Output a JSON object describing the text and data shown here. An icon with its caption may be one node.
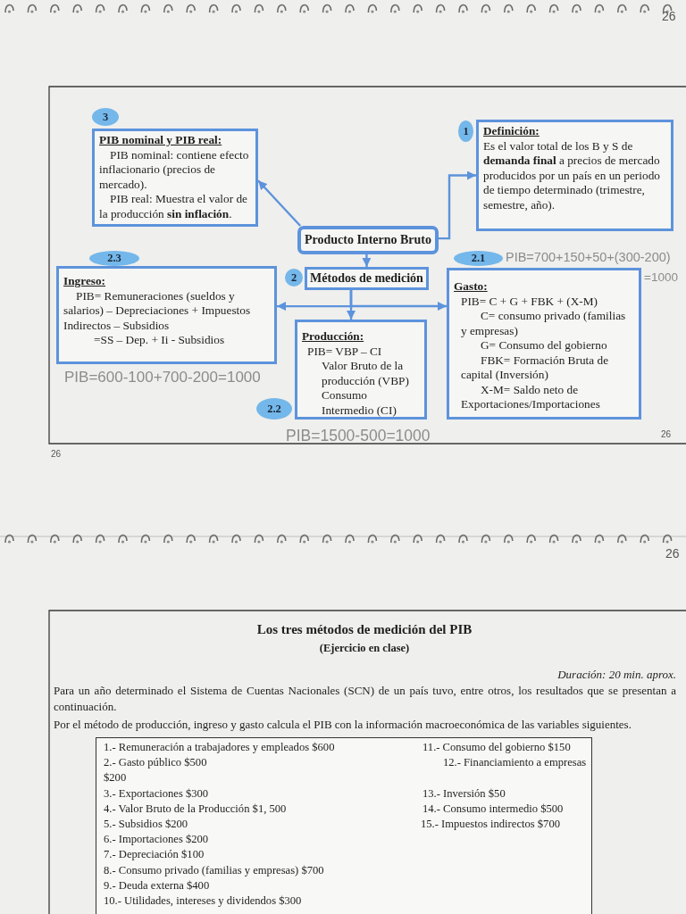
{
  "diagram": {
    "title": "Los tres métodos de medición del PIB",
    "nodes": [
      {
        "text": [
          "3"
        ]
      },
      {
        "text": [
          "PIB nominal y PIB real:",
          "PIB nominal: contiene efecto inflacionario (precios de mercado).",
          "PIB real: Muestra el valor de la producción **sin inflación**."
        ]
      },
      {
        "text": [
          "1"
        ]
      },
      {
        "text": [
          "Definición:",
          "Es el valor total de los B y S de **demanda final** a precios de mercado producidos por un país en un periodo de tiempo determinado (trimestre, semestre, año)."
        ]
      },
      {
        "text": [
          "Producto Interno Bruto"
        ]
      },
      {
        "text": [
          "2.3"
        ]
      },
      {
        "text": [
          "Ingreso:",
          "PIB= Remuneraciones (sueldos y salarios) – Depreciaciones + Impuestos Indirectos – Subsidios",
          "=SS – Dep. + Ii - Subsidios"
        ]
      },
      {
        "text": [
          "2"
        ]
      },
      {
        "text": [
          "Métodos de medición"
        ]
      },
      {
        "text": [
          "2.1"
        ]
      },
      {
        "text": [
          "Gasto:",
          "PIB= C + G + FBK + (X-M)",
          "C= consumo privado (familias y empresas)",
          "G= Consumo del gobierno",
          "FBK= Formación Bruta de capital (Inversión)",
          "X-M= Saldo neto de Exportaciones/Importaciones"
        ]
      },
      {
        "text": [
          "Producción:",
          "PIB= VBP – CI",
          "Valor Bruto de la producción (VBP)",
          "Consumo Intermedio (CI)"
        ]
      },
      {
        "text": [
          "2.2"
        ]
      },
      {
        "text": [
          "1.- Remuneración a trabajadores y empleados $600",
          "11.- Consumo del gobierno $150",
          "2.- Gasto público $500",
          "12.- Financiamiento a empresas",
          "$200",
          "3.- Exportaciones $300",
          "13.- Inversión $50",
          "4.- Valor Bruto de la Producción $1, 500",
          "14.- Consumo intermedio $500",
          "5.- Subsidios $200",
          "15.- Impuestos indirectos $700",
          "6.- Importaciones $200",
          "7.- Depreciación $100",
          "8.- Consumo privado (familias y empresas) $700",
          "9.- Deuda externa $400",
          "10.- Utilidades, intereses y dividendos $300"
        ]
      }
    ],
    "edges": [
      {
        "from": 4,
        "to": 1,
        "arrow": "to"
      },
      {
        "from": 4,
        "to": 3,
        "arrow": "to"
      },
      {
        "from": 4,
        "to": 8,
        "arrow": "to"
      },
      {
        "from": 8,
        "to": 6,
        "arrow": "to"
      },
      {
        "from": 8,
        "to": 11,
        "arrow": "to"
      },
      {
        "from": 8,
        "to": 10,
        "arrow": "to"
      }
    ],
    "labels": [
      "26",
      "PIB=700+150+50+(300-200)",
      "=1000",
      "PIB=600-100+700-200=1000",
      "PIB=1500-500=1000",
      "26",
      "26",
      "26",
      "(Ejercicio en clase)",
      "Duración: 20 min. aprox.",
      "Para un año determinado el Sistema de Cuentas Nacionales (SCN) de un país tuvo, entre otros, los resultados que se presentan a continuación.",
      "Por el método de producción, ingreso y gasto calcula el PIB con la información macroeconómica de las variables siguientes."
    ]
  }
}
